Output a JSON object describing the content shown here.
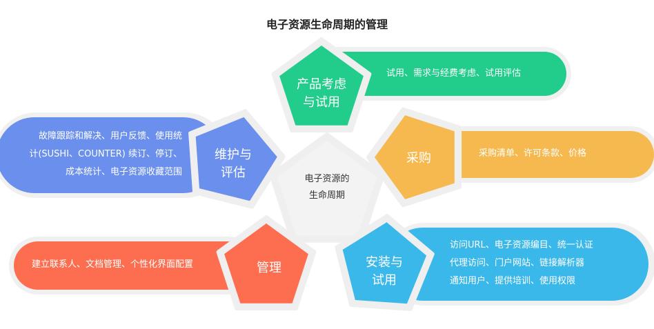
{
  "title": "电子资源生命周期的管理",
  "center": {
    "line1": "电子资源的",
    "line2": "生命周期"
  },
  "stages": [
    {
      "id": "trial",
      "title1": "产品考虑",
      "title2": "与试用",
      "desc": [
        "试用、需求与经费考虑、试用评估"
      ],
      "color": "#22cc8a"
    },
    {
      "id": "purchase",
      "title1": "采购",
      "title2": "",
      "desc": [
        "采购清单、许可条款、价格"
      ],
      "color": "#f6b94f"
    },
    {
      "id": "install",
      "title1": "安装与",
      "title2": "试用",
      "desc": [
        "访问URL、电子资源编目、统一认证",
        "代理访问、门户网站、链接解析器",
        "通知用户、提供培训、使用权限"
      ],
      "color": "#3bb8ea"
    },
    {
      "id": "manage",
      "title1": "管理",
      "title2": "",
      "desc": [
        "建立联系人、文档管理、个性化界面配置"
      ],
      "color": "#fc6e4f"
    },
    {
      "id": "maintain",
      "title1": "维护与",
      "title2": "评估",
      "desc": [
        "故障跟踪和解决、用户反馈、使用统",
        "计(SUSHI、COUNTER)  续订、停订、",
        "成本统计、电子资源收藏范围"
      ],
      "color": "#6a8fec"
    }
  ]
}
